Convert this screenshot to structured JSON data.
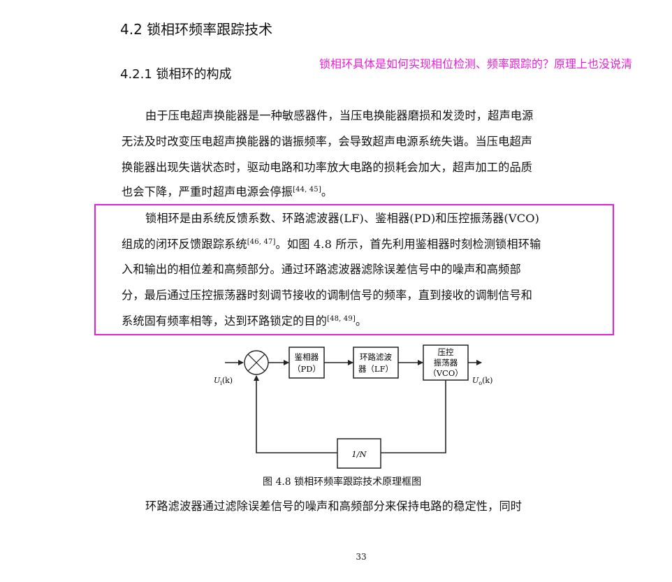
{
  "section": {
    "title": "4.2 锁相环频率跟踪技术"
  },
  "subsection": {
    "title": "4.2.1 锁相环的构成"
  },
  "annotation": {
    "text": "锁相环具体是如何实现相位检测、频率跟踪的？原理上也没说清"
  },
  "paragraph1": {
    "lines": [
      "由于压电超声换能器是一种敏感器件，当压电换能器磨损和发烫时，超声电源",
      "无法及时改变压电超声换能器的谐振频率，会导致超声电源系统失谐。当压电超声",
      "换能器出现失谐状态时，驱动电路和功率放大电路的损耗会加大，超声加工的品质",
      "也会下降，严重时超声电源会停振"
    ],
    "cite": "[44, 45]",
    "end": "。"
  },
  "paragraph2": {
    "line1": "锁相环是由系统反馈系数、环路滤波器(LF)、鉴相器(PD)和压控振荡器(VCO)",
    "line2_pre": "组成的闭环反馈跟踪系统",
    "line2_cite": "[46, 47]",
    "line2_post": "。如图 4.8 所示，首先利用鉴相器时刻检测锁相环输",
    "line3": "入和输出的相位差和高频部分。通过环路滤波器滤除误差信号中的噪声和高频部",
    "line4": "分，最后通过压控振荡器时刻调节接收的调制信号的频率，直到接收的调制信号和",
    "line5_pre": "系统固有频率相等，达到环路锁定的目的",
    "line5_cite": "[48, 49]",
    "line5_post": "。"
  },
  "diagram": {
    "pd": [
      "鉴相器",
      "（PD）"
    ],
    "lf": [
      "环路滤波",
      "器（LF）"
    ],
    "vco": [
      "压控",
      "振荡器",
      "（VCO）"
    ],
    "feedback": "1/N",
    "input": {
      "var": "U",
      "sub": "i",
      "arg": "(k)"
    },
    "output": {
      "var": "U",
      "sub": "o",
      "arg": "(k)"
    }
  },
  "figure": {
    "caption": "图 4.8 锁相环频率跟踪技术原理框图"
  },
  "paragraph3": {
    "text": "环路滤波器通过滤除误差信号的噪声和高频部分来保持电路的稳定性，同时"
  },
  "page": {
    "number": "33"
  }
}
